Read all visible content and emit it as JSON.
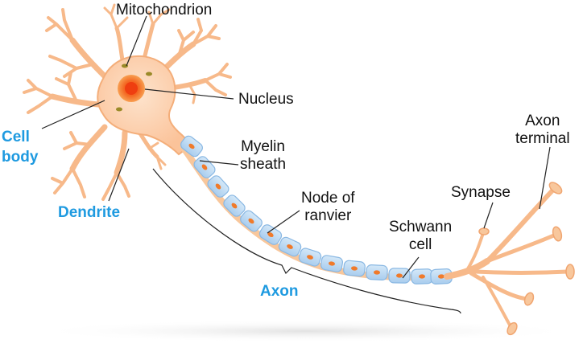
{
  "labels": {
    "mitochondrion": "Mitochondrion",
    "nucleus": "Nucleus",
    "cell_body": [
      "Cell",
      "body"
    ],
    "dendrite": "Dendrite",
    "myelin_sheath": [
      "Myelin",
      "sheath"
    ],
    "node_of_ranvier": [
      "Node of",
      "ranvier"
    ],
    "axon": "Axon",
    "schwann_cell": [
      "Schwann",
      "cell"
    ],
    "synapse": "Synapse",
    "axon_terminal": [
      "Axon",
      "terminal"
    ]
  },
  "colors": {
    "cell_fill": "#fbc9a0",
    "cell_stroke": "#f0a570",
    "nucleus_outer": "#f7923a",
    "nucleus_inner": "#f25c1c",
    "myelin_fill": "#bcd9f3",
    "myelin_stroke": "#8ab8e3",
    "schwann_nucleus": "#f07a2a",
    "blue_label": "#1e9ae0",
    "leader": "#222222"
  }
}
